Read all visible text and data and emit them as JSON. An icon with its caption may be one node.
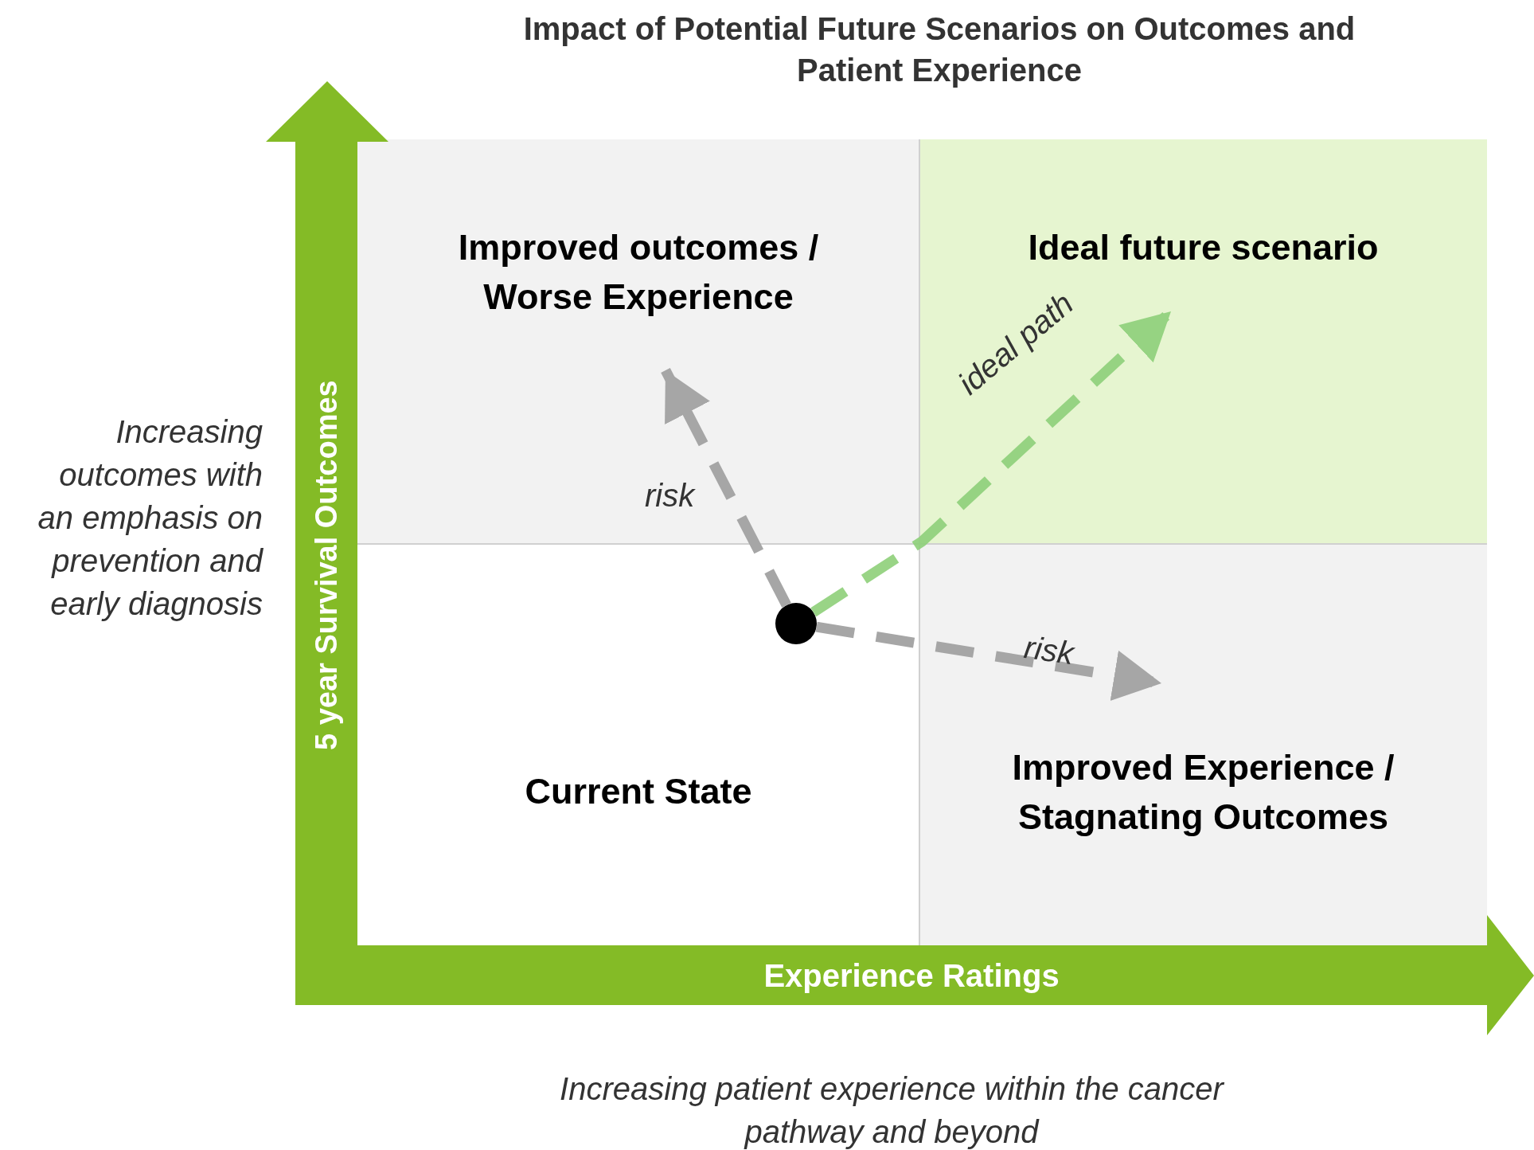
{
  "diagram": {
    "title": "Impact of Potential Future Scenarios on Outcomes and Patient Experience",
    "nodes": [
      {
        "text": [
          "Improved outcomes / Worse Experience"
        ]
      },
      {
        "text": [
          "Ideal future scenario"
        ]
      },
      {
        "text": [
          "Current State"
        ]
      },
      {
        "text": [],
        "shape": "circle",
        "in": 2
      },
      {
        "text": [
          "Improved Experience / Stagnating Outcomes"
        ]
      }
    ],
    "edges": [
      {
        "from": 3,
        "to": 0,
        "arrow": "to",
        "label": "risk",
        "style": "dashed"
      },
      {
        "from": 3,
        "to": 1,
        "arrow": "to",
        "label": "ideal path",
        "style": "dashed",
        "color": "#8ed07a"
      },
      {
        "from": 3,
        "to": 4,
        "arrow": "to",
        "label": "risk",
        "style": "dashed"
      }
    ],
    "labels": [
      "Increasing outcomes with an emphasis on prevention and early diagnosis",
      "5 year Survival Outcomes",
      "Experience Ratings",
      "Increasing patient experience within the cancer pathway and beyond"
    ]
  }
}
